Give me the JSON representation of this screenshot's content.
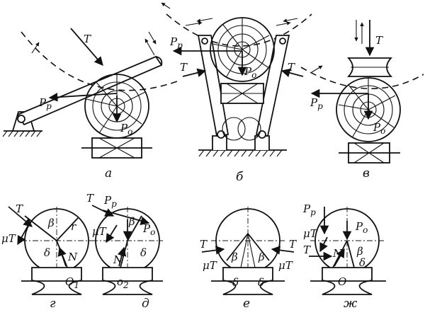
{
  "labels": {
    "T": "T",
    "Pp": "P",
    "p_sub": "p",
    "Po": "P",
    "o_sub": "o",
    "beta": "β",
    "delta": "δ",
    "gamma": "r",
    "N": "N",
    "muT": "μT",
    "O1": "O",
    "one": "1",
    "O2": "o",
    "two": "2",
    "O": "O"
  },
  "captions": {
    "a": "а",
    "b": "б",
    "v": "в",
    "g": "г",
    "d": "д",
    "e": "е",
    "zh": "ж"
  }
}
